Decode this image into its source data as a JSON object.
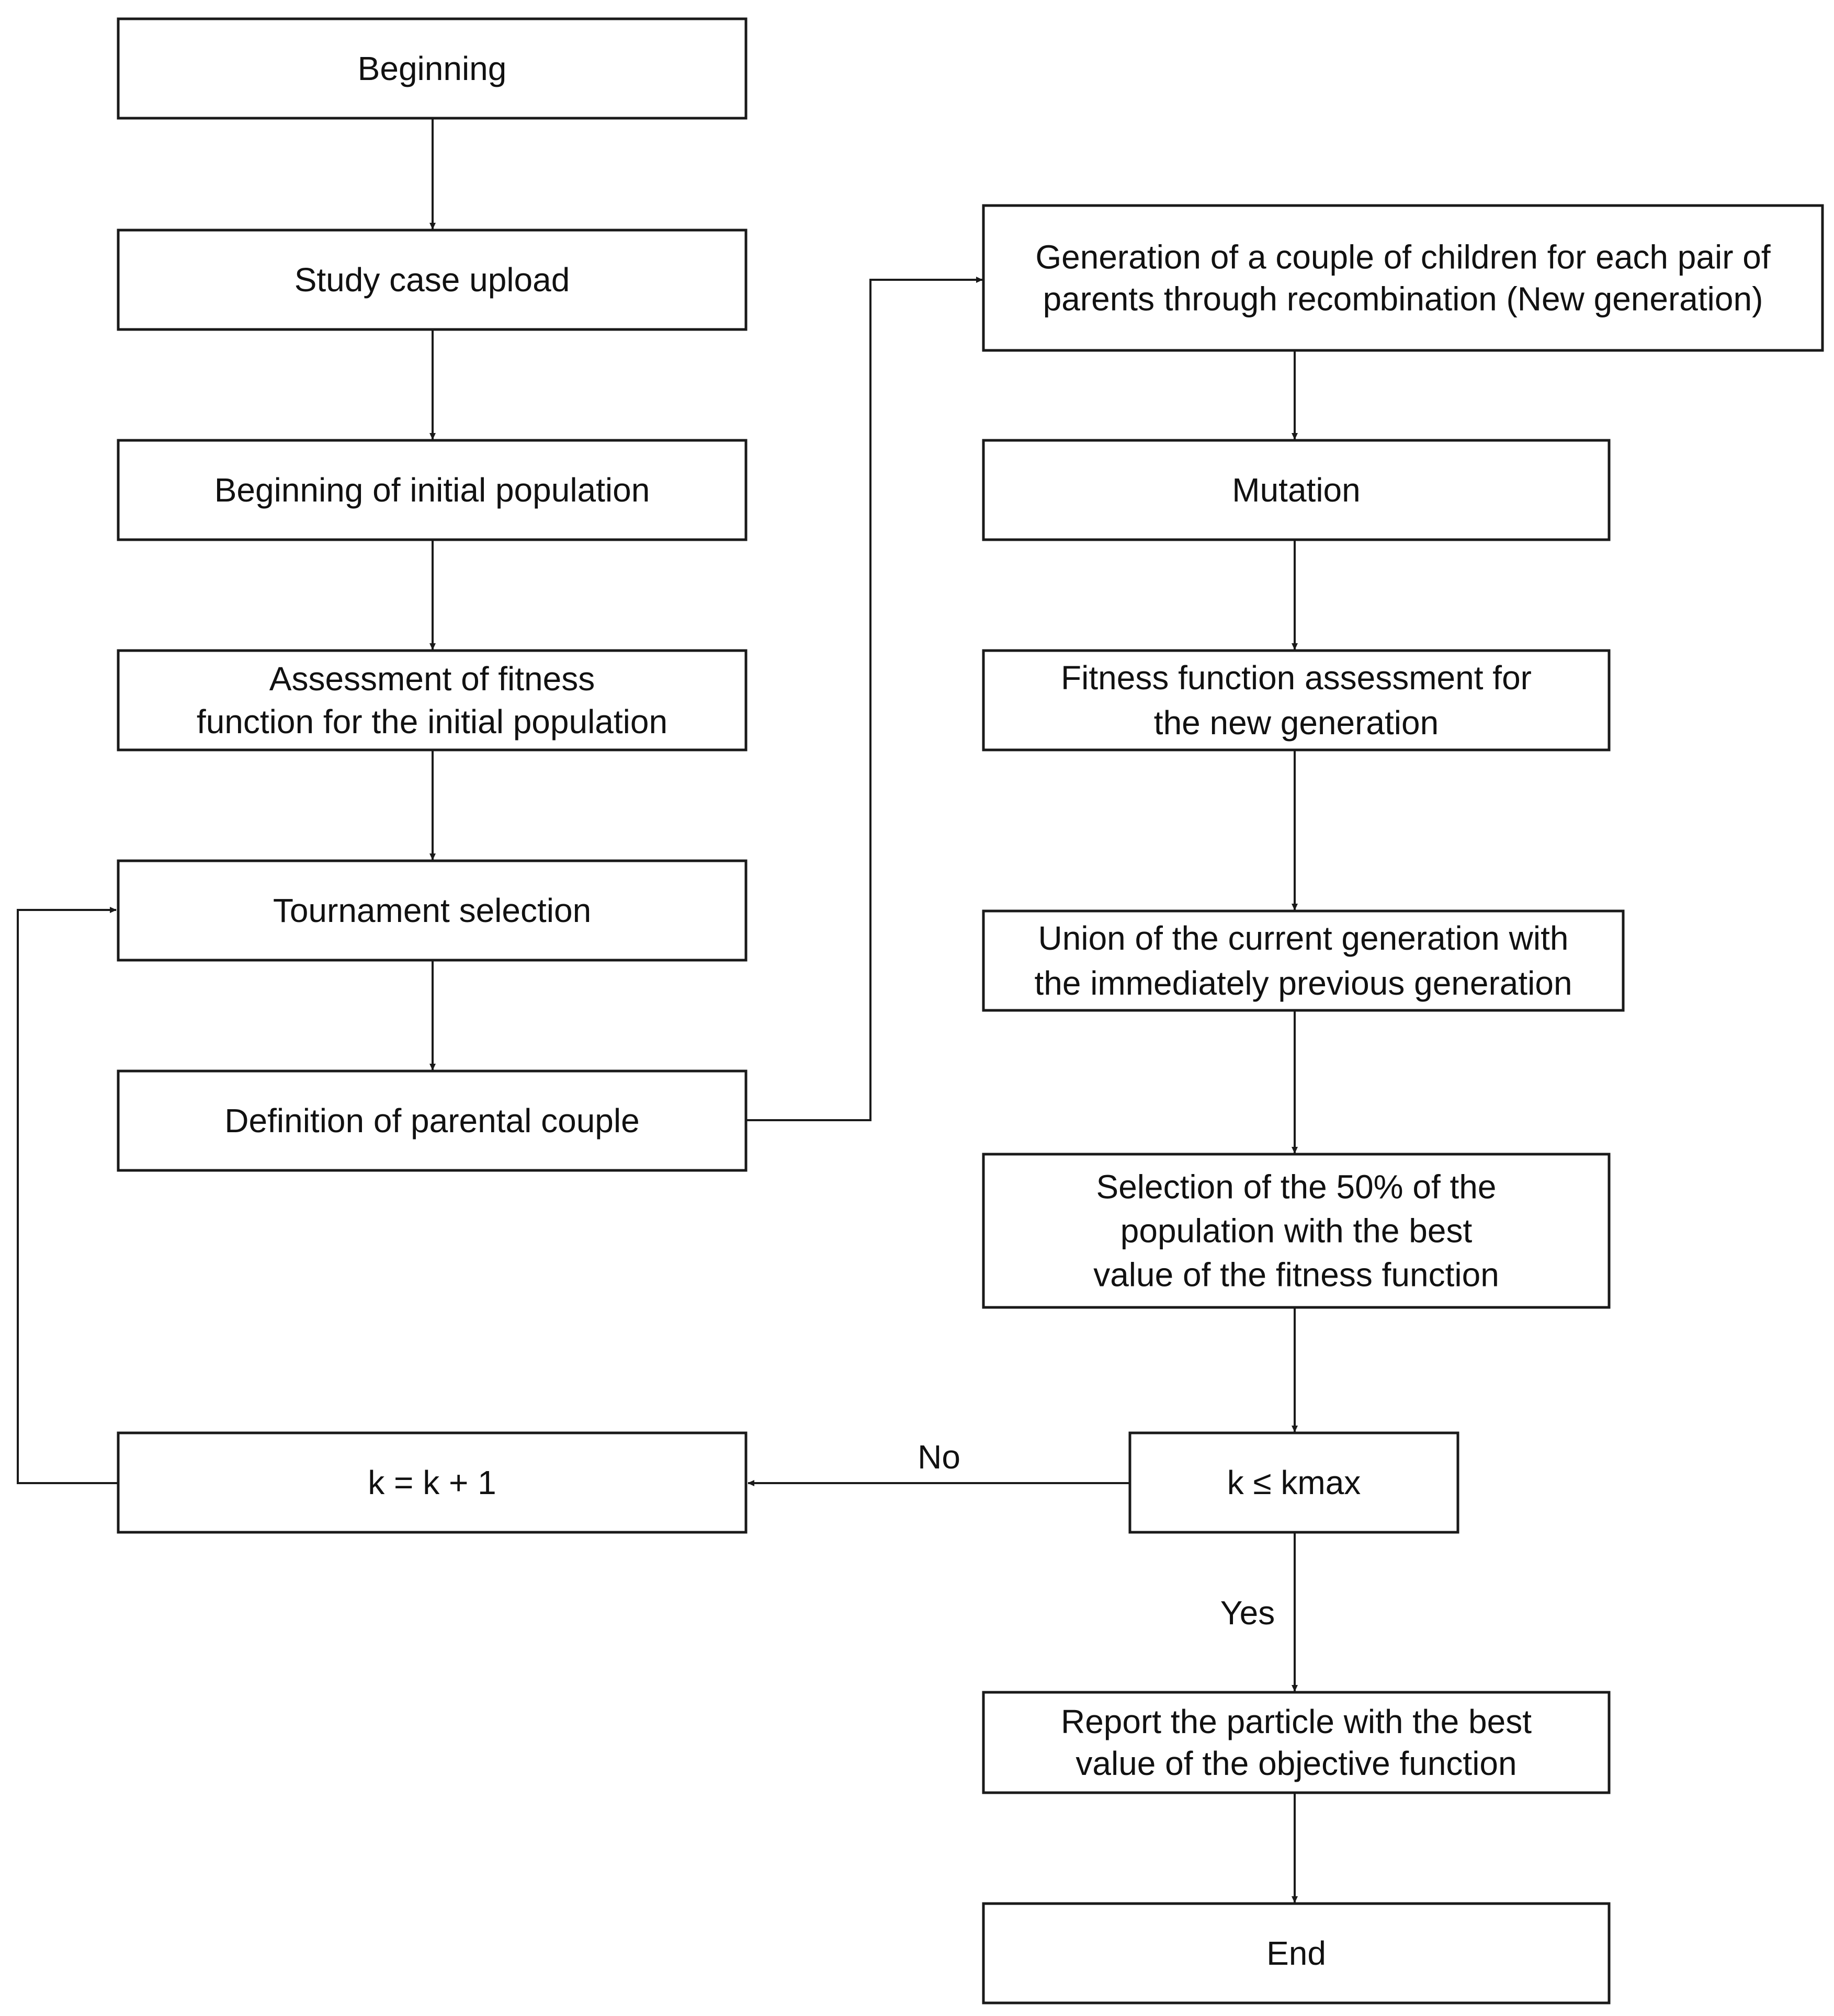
{
  "nodes": {
    "beginning": [
      "Beginning"
    ],
    "upload": [
      "Study case upload"
    ],
    "init_pop": [
      "Beginning of initial population"
    ],
    "assess_init": [
      "Assessment of fitness",
      "function for the initial population"
    ],
    "tournament": [
      "Tournament selection"
    ],
    "parental": [
      "Definition of parental couple"
    ],
    "generation": [
      "Generation of a couple of children for each pair of",
      "parents through recombination (New generation)"
    ],
    "mutation": [
      "Mutation"
    ],
    "fitness_new": [
      "Fitness function assessment for",
      "the new generation"
    ],
    "union": [
      "Union  of  the  current  generation  with",
      "the immediately previous generation"
    ],
    "select50": [
      "Selection of the 50% of the",
      "population with the best",
      "value of the fitness function"
    ],
    "condition": [
      "k  ≤ kmax"
    ],
    "increment": [
      "k   =  k + 1"
    ],
    "report": [
      "Report  the  particle  with  the  best",
      "value of the objective function"
    ],
    "end": [
      "End"
    ]
  },
  "edge_labels": {
    "no": "No",
    "yes": "Yes"
  },
  "colors": {
    "stroke": "#1a1a1a",
    "text": "#111111",
    "background": "#ffffff"
  }
}
